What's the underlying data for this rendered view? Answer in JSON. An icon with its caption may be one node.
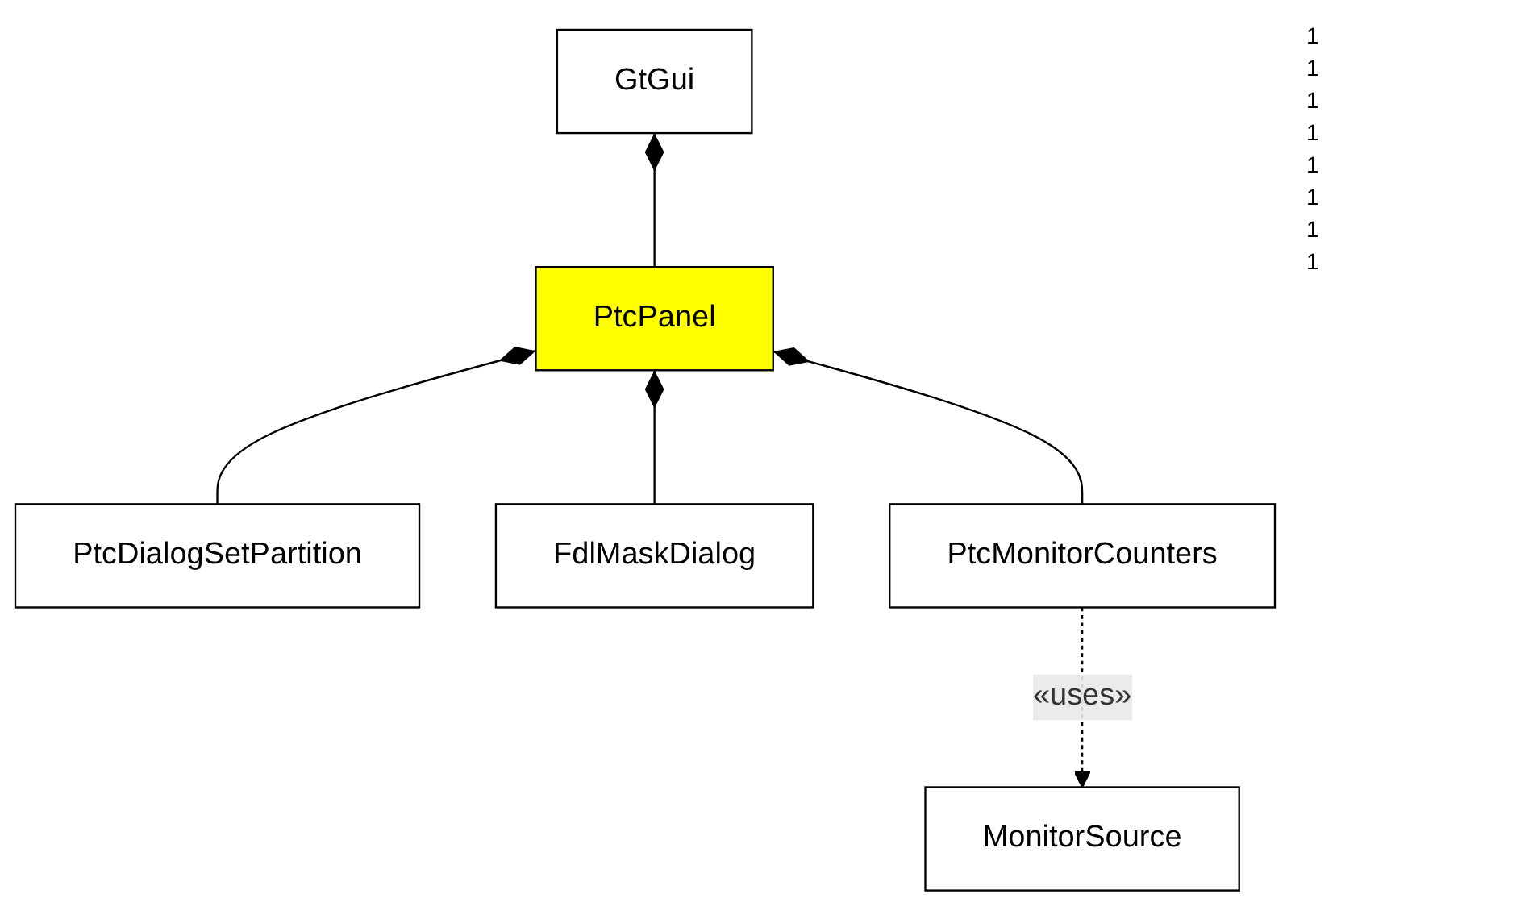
{
  "diagram": {
    "nodes": [
      {
        "text": [
          "GtGui"
        ]
      },
      {
        "text": [
          "PtcPanel"
        ]
      },
      {
        "text": [
          "PtcDialogSetPartition"
        ]
      },
      {
        "text": [
          "FdlMaskDialog"
        ]
      },
      {
        "text": [
          "PtcMonitorCounters"
        ]
      },
      {
        "text": [
          "MonitorSource"
        ]
      }
    ],
    "edges": [
      {
        "from": 0,
        "to": 1,
        "arrow": "other"
      },
      {
        "from": 1,
        "to": 2,
        "arrow": "other"
      },
      {
        "from": 1,
        "to": 3,
        "arrow": "other"
      },
      {
        "from": 1,
        "to": 4,
        "arrow": "other"
      },
      {
        "from": 4,
        "to": 5,
        "arrow": "to",
        "style": "dashed",
        "label": "«uses»"
      }
    ],
    "labels": [
      "1",
      "1",
      "1",
      "1",
      "1",
      "1",
      "1",
      "1"
    ]
  }
}
